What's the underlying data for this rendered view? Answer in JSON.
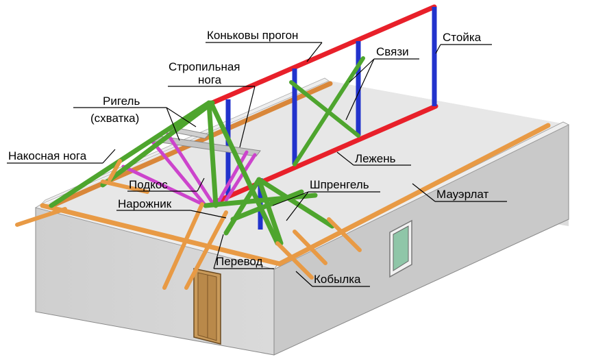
{
  "labels": {
    "konkovy_progon": "Коньковы прогон",
    "stoyka": "Стойка",
    "stropilnaya_line1": "Стропильная",
    "stropilnaya_line2": "нога",
    "svyazi": "Связи",
    "rigel_line1": "Ригель",
    "rigel_line2": "(схватка)",
    "nakosnaya_noga": "Накосная нога",
    "lezhen": "Лежень",
    "podkos": "Подкос",
    "shprengel": "Шпренгель",
    "mauerlat": "Мауэрлат",
    "narozhnik": "Нарожник",
    "perevod": "Перевод",
    "kobylka": "Кобылка"
  },
  "colors": {
    "ridge_purlin": "#e8202a",
    "post": "#2233cc",
    "rafter": "#4ea52e",
    "brace": "#cc44cc",
    "timber": "#e89a45",
    "collar": "#b8b8b8",
    "wall": "#d6d6d6"
  }
}
